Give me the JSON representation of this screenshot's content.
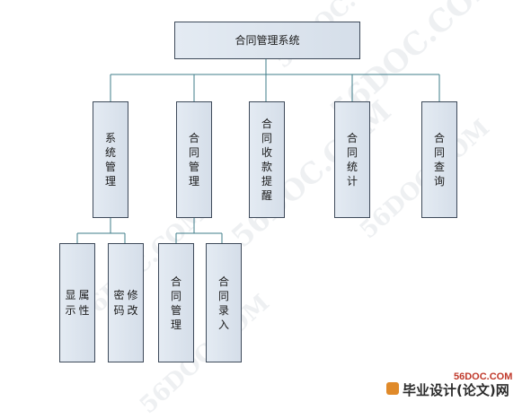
{
  "diagram": {
    "root": "合同管理系统",
    "children": [
      {
        "label": "系统管理",
        "children": [
          {
            "label": "显示属性"
          },
          {
            "label": "密码修改"
          }
        ]
      },
      {
        "label": "合同管理",
        "children": [
          {
            "label": "合同管理"
          },
          {
            "label": "合同录入"
          }
        ]
      },
      {
        "label": "合同收款提醒",
        "children": []
      },
      {
        "label": "合同统计",
        "children": []
      },
      {
        "label": "合同查询",
        "children": []
      }
    ]
  },
  "watermark": {
    "text": "56DOC.COM"
  },
  "footer": {
    "site": "56DOC.COM",
    "title": "毕业设计(论文)网"
  },
  "colors": {
    "node_border": "#3e4a5a",
    "node_fill": "#d9e2ec",
    "connector": "#3f7c8a"
  }
}
